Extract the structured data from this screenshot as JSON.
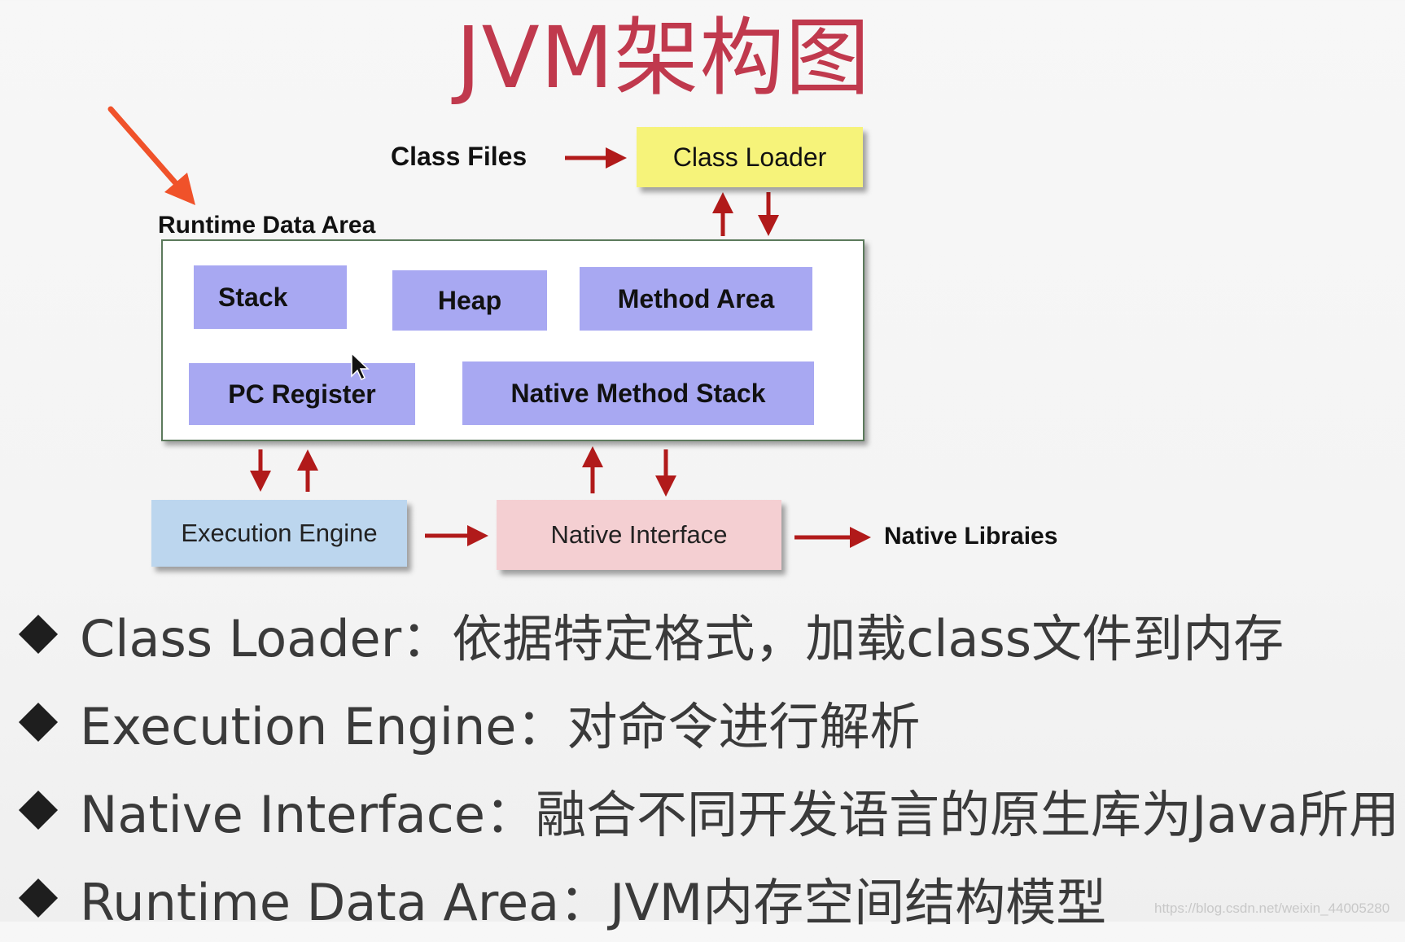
{
  "title": "JVM架构图",
  "diagram": {
    "class_files": "Class Files",
    "class_loader": "Class Loader",
    "runtime_data_area": "Runtime Data Area",
    "stack": "Stack",
    "heap": "Heap",
    "method_area": "Method Area",
    "pc_register": "PC Register",
    "native_method_stack": "Native Method Stack",
    "execution_engine": "Execution Engine",
    "native_interface": "Native Interface",
    "native_libraries": "Native Libraies"
  },
  "bullets": [
    {
      "text": "Class Loader：依据特定格式，加载class文件到内存"
    },
    {
      "text": "Execution Engine：对命令进行解析"
    },
    {
      "text": "Native Interface：融合不同开发语言的原生库为Java所用"
    },
    {
      "text": "Runtime Data Area：JVM内存空间结构模型"
    }
  ],
  "watermark": "https://blog.csdn.net/weixin_44005280",
  "colors": {
    "title": "#c0394d",
    "arrow": "#b11a1a",
    "pointer_arrow": "#f0522a",
    "class_loader_fill": "#f6f37a",
    "memory_fill": "#a8a8f2",
    "execution_engine_fill": "#bcd6ee",
    "native_interface_fill": "#f4cfd2"
  }
}
